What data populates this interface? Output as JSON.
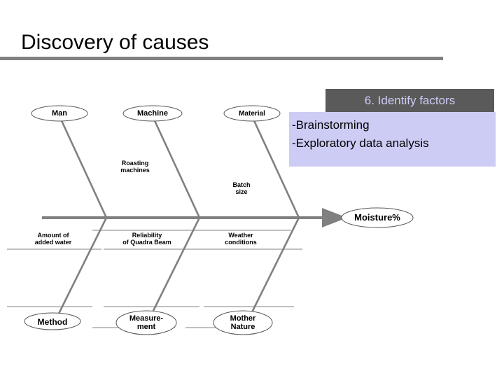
{
  "slide": {
    "title": "Discovery of causes",
    "background_color": "#ffffff",
    "rule_color": "#808080"
  },
  "callout": {
    "header_label": "6. Identify factors",
    "header_bg": "#5a5a5a",
    "header_text_color": "#ccccf5",
    "body_bg": "#ccccf5",
    "body_text_color": "#000000",
    "bullets": [
      "-Brainstorming",
      "-Exploratory data analysis"
    ]
  },
  "chart_data": {
    "type": "diagram",
    "diagram_type": "fishbone",
    "title": "Discovery of causes",
    "effect": "Moisture%",
    "spine_color": "#808080",
    "bone_color": "#808080",
    "subbone_color": "#808080",
    "categories": [
      {
        "name": "Man",
        "position": "top",
        "causes": []
      },
      {
        "name": "Machine",
        "position": "top",
        "causes": [
          "Roasting\nmachines"
        ]
      },
      {
        "name": "Material",
        "position": "top",
        "causes": [
          "Batch\nsize"
        ]
      },
      {
        "name": "Method",
        "position": "bottom",
        "causes": [
          "Amount of\nadded water"
        ]
      },
      {
        "name": "Measure-\nment",
        "position": "bottom",
        "causes": [
          "Reliability\nof Quadra Beam"
        ]
      },
      {
        "name": "Mother\nNature",
        "position": "bottom",
        "causes": [
          "Weather\nconditions"
        ]
      }
    ]
  },
  "diagram": {
    "head_label": "Moisture%",
    "nodes": {
      "man": "Man",
      "machine": "Machine",
      "material": "Material",
      "method": "Method",
      "measurement": "Measure-\nment",
      "mother_nature": "Mother\nNature"
    },
    "bone_labels": {
      "roasting_machines": "Roasting\nmachines",
      "batch_size": "Batch\nsize",
      "amount_of_added_water": "Amount of\nadded water",
      "reliability_quadra_beam": "Reliability\nof Quadra Beam",
      "weather_conditions": "Weather\nconditions"
    }
  }
}
